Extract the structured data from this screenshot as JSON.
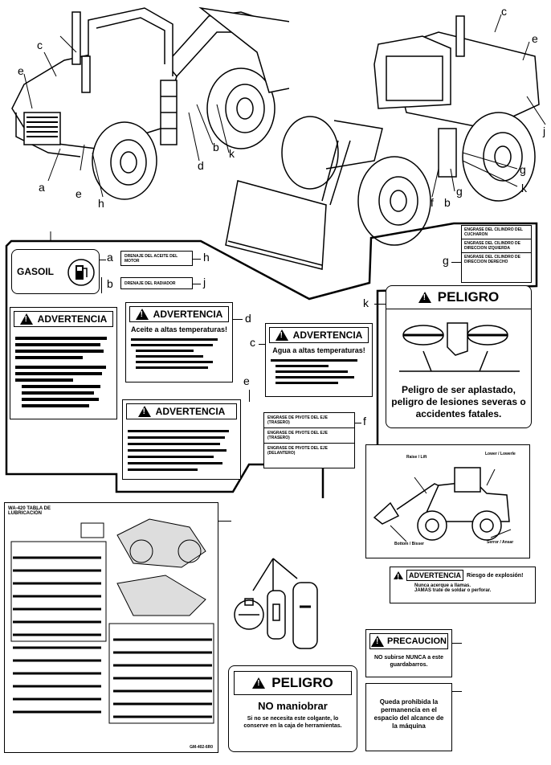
{
  "callouts": {
    "top_left": [
      "c",
      "e",
      "a",
      "e",
      "h",
      "d",
      "b",
      "k"
    ],
    "top_right": [
      "c",
      "e",
      "j",
      "g",
      "k",
      "g",
      "f",
      "b"
    ],
    "panel": [
      "a",
      "b",
      "h",
      "j",
      "d",
      "c",
      "e",
      "f",
      "g",
      "k"
    ]
  },
  "labels": {
    "gasoil": "GASOIL",
    "h_text": "DRENAJE DEL ACEITE DEL MOTOR",
    "j_text": "DRENAJE DEL RADIADOR",
    "g_lines": [
      "ENGRASE DEL CILINDRO DE DIRECCION IZQUIERDA",
      "ENGRASE DEL CILINDRO DE DIRECCION DERECHO",
      "ENGRASE DEL CILINDRO DEL CUCHARON"
    ],
    "f_lines": [
      "ENGRASE DE PIVOTE DEL EJE (TRASERO)",
      "ENGRASE DE PIVOTE DEL EJE (TRASERO)",
      "ENGRASE DE PIVOTE DEL EJE (DELANTERO)"
    ]
  },
  "warn_b": {
    "title": "ADVERTENCIA"
  },
  "warn_d": {
    "title": "ADVERTENCIA",
    "sub": "Aceite a altas temperaturas!"
  },
  "warn_c": {
    "title": "ADVERTENCIA",
    "sub": "Agua a altas temperaturas!"
  },
  "warn_e": {
    "title": "ADVERTENCIA"
  },
  "peligro_k": {
    "title": "PELIGRO",
    "text": "Peligro de ser aplastado, peligro de lesiones severas o accidentes fatales."
  },
  "loader_side": {
    "raise": "Raise / Lift",
    "lower": "Lower / Lowerle",
    "bottom_left": "Bottom / Bisser",
    "bottom_right": "Serror / Ansar"
  },
  "warn_right": {
    "title": "ADVERTENCIA",
    "subtitle": "Riesgo de explosión!",
    "lines": [
      "Nunca acerque a llamas.",
      "JAMAS trate de soldar o perforar."
    ]
  },
  "precaucion": {
    "title": "PRECAUCION",
    "text": "NO subirse NUNCA a este guardabarros."
  },
  "peligro_bottom": {
    "title": "PELIGRO",
    "sub": "NO maniobrar",
    "text": "Si no se necesita este colgante, lo conserve en la caja de herramientas."
  },
  "prohibida": {
    "text": "Queda prohibida la permanencia en el espacio del alcance de la máquina"
  },
  "lub_chart": {
    "title": "WA-420 TABLA DE LUBRICACIÓN",
    "footer": "GM-402-6R0"
  }
}
